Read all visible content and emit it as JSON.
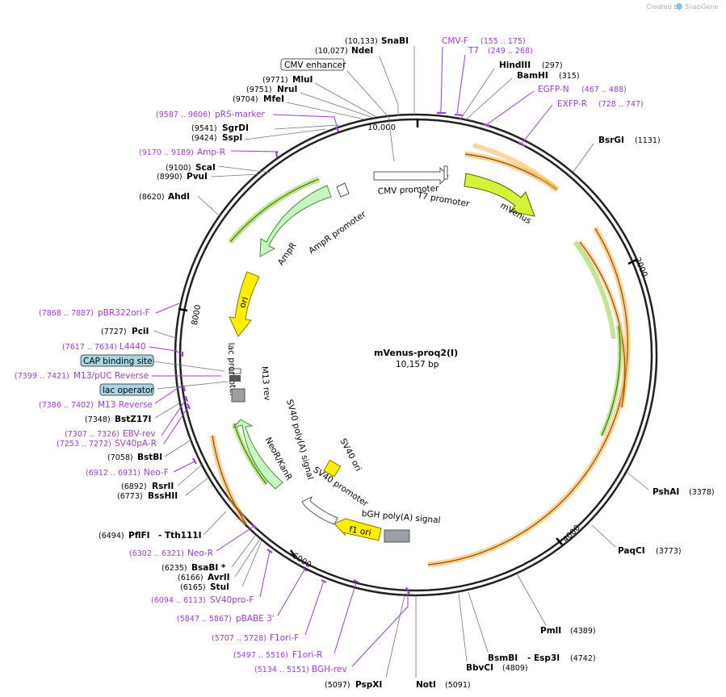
{
  "plasmid": {
    "name": "mVenus-proq2(I)",
    "length_label": "10,157 bp",
    "total_bp": 10157
  },
  "credit": {
    "created_by": "Created by",
    "brand": "SnapGene"
  },
  "ticks": [
    {
      "bp": 2000,
      "label": "2000"
    },
    {
      "bp": 4000,
      "label": "4000"
    },
    {
      "bp": 6000,
      "label": "6000"
    },
    {
      "bp": 8000,
      "label": "8000"
    },
    {
      "bp": 10000,
      "label": "10,000"
    }
  ],
  "enzymes_left": [
    {
      "name": "SnaBI",
      "pos": "(10,133)"
    },
    {
      "name": "NdeI",
      "pos": "(10,027)"
    },
    {
      "name": "MluI",
      "pos": "(9771)"
    },
    {
      "name": "NruI",
      "pos": "(9751)"
    },
    {
      "name": "MfeI",
      "pos": "(9704)"
    },
    {
      "name": "SgrDI",
      "pos": "(9541)"
    },
    {
      "name": "SspI",
      "pos": "(9424)"
    },
    {
      "name": "ScaI",
      "pos": "(9100)"
    },
    {
      "name": "PvuI",
      "pos": "(8990)"
    },
    {
      "name": "AhdI",
      "pos": "(8620)"
    },
    {
      "name": "PciI",
      "pos": "(7727)"
    },
    {
      "name": "BstZ17I",
      "pos": "(7348)"
    },
    {
      "name": "BstBI",
      "pos": "(7058)"
    },
    {
      "name": "RsrII",
      "pos": "(6892)"
    },
    {
      "name": "BssHII",
      "pos": "(6773)"
    },
    {
      "name": "PflFI",
      "pos": "(6494)",
      "suffix": "- Tth111I"
    },
    {
      "name": "BsaBI *",
      "pos": "(6235)"
    },
    {
      "name": "AvrII",
      "pos": "(6166)"
    },
    {
      "name": "StuI",
      "pos": "(6165)"
    },
    {
      "name": "PspXI",
      "pos": "(5097)"
    }
  ],
  "enzymes_right": [
    {
      "name": "HindIII",
      "pos": "(297)"
    },
    {
      "name": "BamHI",
      "pos": "(315)"
    },
    {
      "name": "BsrGI",
      "pos": "(1131)"
    },
    {
      "name": "PshAI",
      "pos": "(3378)"
    },
    {
      "name": "PaqCI",
      "pos": "(3773)"
    },
    {
      "name": "PmlI",
      "pos": "(4389)"
    },
    {
      "name": "BsmBI",
      "pos": "",
      "suffix": "- Esp3I",
      "suffix_pos": "(4742)"
    },
    {
      "name": "BbvCI",
      "pos": "(4809)"
    },
    {
      "name": "NotI",
      "pos": "(5091)"
    }
  ],
  "primers": [
    {
      "name": "CMV-F",
      "pos": "(155 .. 175)"
    },
    {
      "name": "T7",
      "pos": "(249 .. 268)"
    },
    {
      "name": "EGFP-N",
      "pos": "(467 .. 488)"
    },
    {
      "name": "EXFP-R",
      "pos": "(728 .. 747)"
    },
    {
      "name": "pRS-marker",
      "pos": "(9587 .. 9606)"
    },
    {
      "name": "Amp-R",
      "pos": "(9170 .. 9189)"
    },
    {
      "name": "pBR322ori-F",
      "pos": "(7868 .. 7887)"
    },
    {
      "name": "L4440",
      "pos": "(7617 .. 7634)"
    },
    {
      "name": "M13/pUC Reverse",
      "pos": "(7399 .. 7421)"
    },
    {
      "name": "M13 Reverse",
      "pos": "(7386 .. 7402)"
    },
    {
      "name": "EBV-rev",
      "pos": "(7307 .. 7326)"
    },
    {
      "name": "SV40pA-R",
      "pos": "(7253 .. 7272)"
    },
    {
      "name": "Neo-F",
      "pos": "(6912 .. 6931)"
    },
    {
      "name": "Neo-R",
      "pos": "(6302 .. 6321)"
    },
    {
      "name": "SV40pro-F",
      "pos": "(6094 .. 6113)"
    },
    {
      "name": "pBABE 3'",
      "pos": "(5847 .. 5867)"
    },
    {
      "name": "F1ori-F",
      "pos": "(5707 .. 5728)"
    },
    {
      "name": "F1ori-R",
      "pos": "(5497 .. 5516)"
    },
    {
      "name": "BGH-rev",
      "pos": "(5134 .. 5151)"
    }
  ],
  "boxed_labels": {
    "cmv_enhancer": "CMV enhancer",
    "cap_binding_site": "CAP binding site",
    "lac_operator": "lac operator"
  },
  "features": {
    "cmv_promoter": "CMV promoter",
    "t7_promoter": "T7 promoter",
    "mvenus": "mVenus",
    "ampr": "AmpR",
    "ampr_promoter": "AmpR promoter",
    "ori": "ori",
    "lac_promoter": "lac promoter",
    "m13_rev": "M13 rev",
    "sv40_polya": "SV40 poly(A) signal",
    "neor": "NeoR/KanR",
    "sv40_ori": "SV40 ori",
    "sv40_promoter": "SV40 promoter",
    "bgh_polya": "bGH poly(A) signal",
    "f1_ori": "f1 ori"
  },
  "colors": {
    "primer": "#a23ccf",
    "orf_orange": "#f5b041",
    "orf_green": "#8fce3f",
    "mvenus": "#d4f23a",
    "ampr": "#c8f5c0",
    "ori": "#ffee00",
    "backbone": "#222222",
    "promoter": "#ffffff",
    "polya": "#9aa0a6",
    "boxed": "#a6d5e3"
  }
}
